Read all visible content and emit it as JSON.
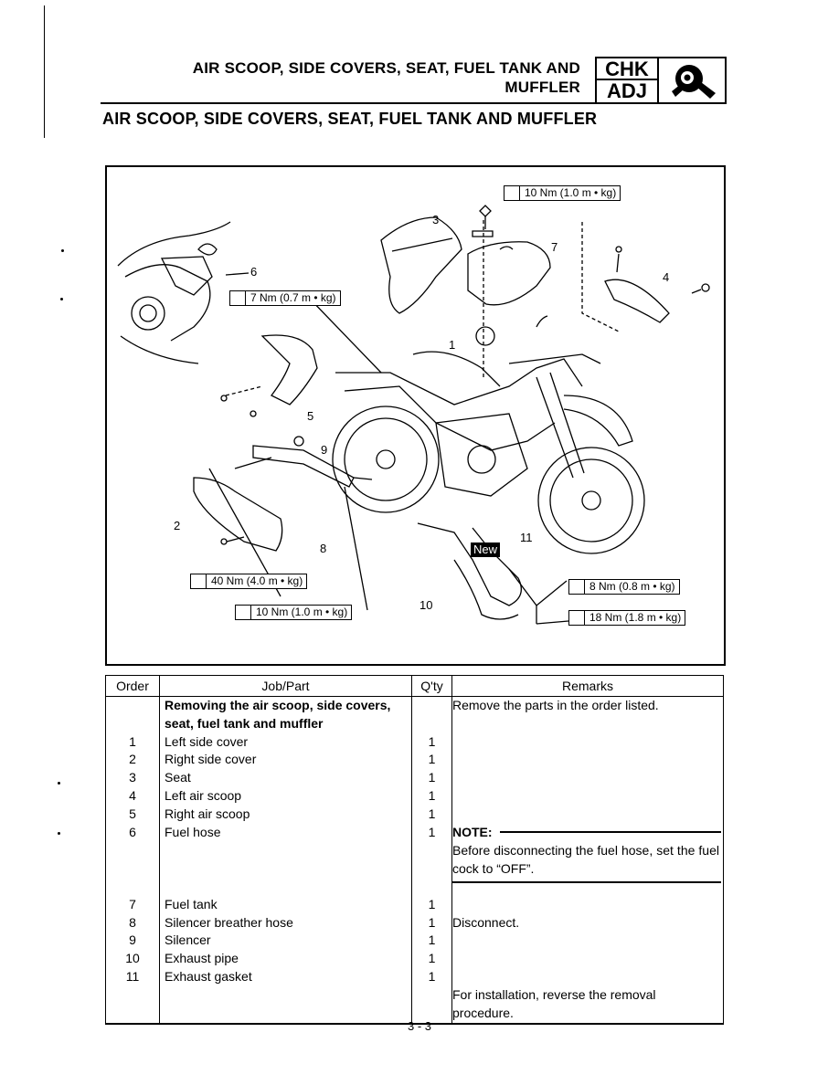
{
  "header": {
    "title_line1": "AIR SCOOP, SIDE COVERS, SEAT, FUEL TANK AND",
    "title_line2": "MUFFLER",
    "badge_top": "CHK",
    "badge_bottom": "ADJ"
  },
  "section_title": "AIR SCOOP, SIDE COVERS, SEAT, FUEL TANK AND MUFFLER",
  "diagram": {
    "torques": [
      "10 Nm (1.0 m • kg)",
      "7 Nm (0.7 m • kg)",
      "40 Nm (4.0 m • kg)",
      "10 Nm (1.0 m • kg)",
      "8 Nm (0.8 m • kg)",
      "18 Nm (1.8 m • kg)"
    ],
    "callouts": [
      "1",
      "2",
      "3",
      "4",
      "5",
      "6",
      "7",
      "8",
      "9",
      "10",
      "11"
    ],
    "new_badge": "New"
  },
  "table": {
    "headers": {
      "order": "Order",
      "job": "Job/Part",
      "qty": "Q'ty",
      "remarks": "Remarks"
    },
    "intro_line1": "Removing the air scoop, side covers,",
    "intro_line2": "seat, fuel tank and muffler",
    "intro_remark": "Remove the parts in the order listed.",
    "rows": [
      {
        "order": "1",
        "part": "Left side cover",
        "qty": "1"
      },
      {
        "order": "2",
        "part": "Right side cover",
        "qty": "1"
      },
      {
        "order": "3",
        "part": "Seat",
        "qty": "1"
      },
      {
        "order": "4",
        "part": "Left air scoop",
        "qty": "1"
      },
      {
        "order": "5",
        "part": "Right air scoop",
        "qty": "1"
      },
      {
        "order": "6",
        "part": "Fuel hose",
        "qty": "1"
      },
      {
        "order": "7",
        "part": "Fuel tank",
        "qty": "1"
      },
      {
        "order": "8",
        "part": "Silencer breather hose",
        "qty": "1"
      },
      {
        "order": "9",
        "part": "Silencer",
        "qty": "1"
      },
      {
        "order": "10",
        "part": "Exhaust pipe",
        "qty": "1"
      },
      {
        "order": "11",
        "part": "Exhaust gasket",
        "qty": "1"
      }
    ],
    "note_label": "NOTE:",
    "note_text": "Before disconnecting the fuel hose, set the fuel cock to “OFF”.",
    "disconnect_remark": "Disconnect.",
    "install_remark_line1": "For installation, reverse the removal",
    "install_remark_line2": "procedure."
  },
  "page_number": "3 - 3"
}
